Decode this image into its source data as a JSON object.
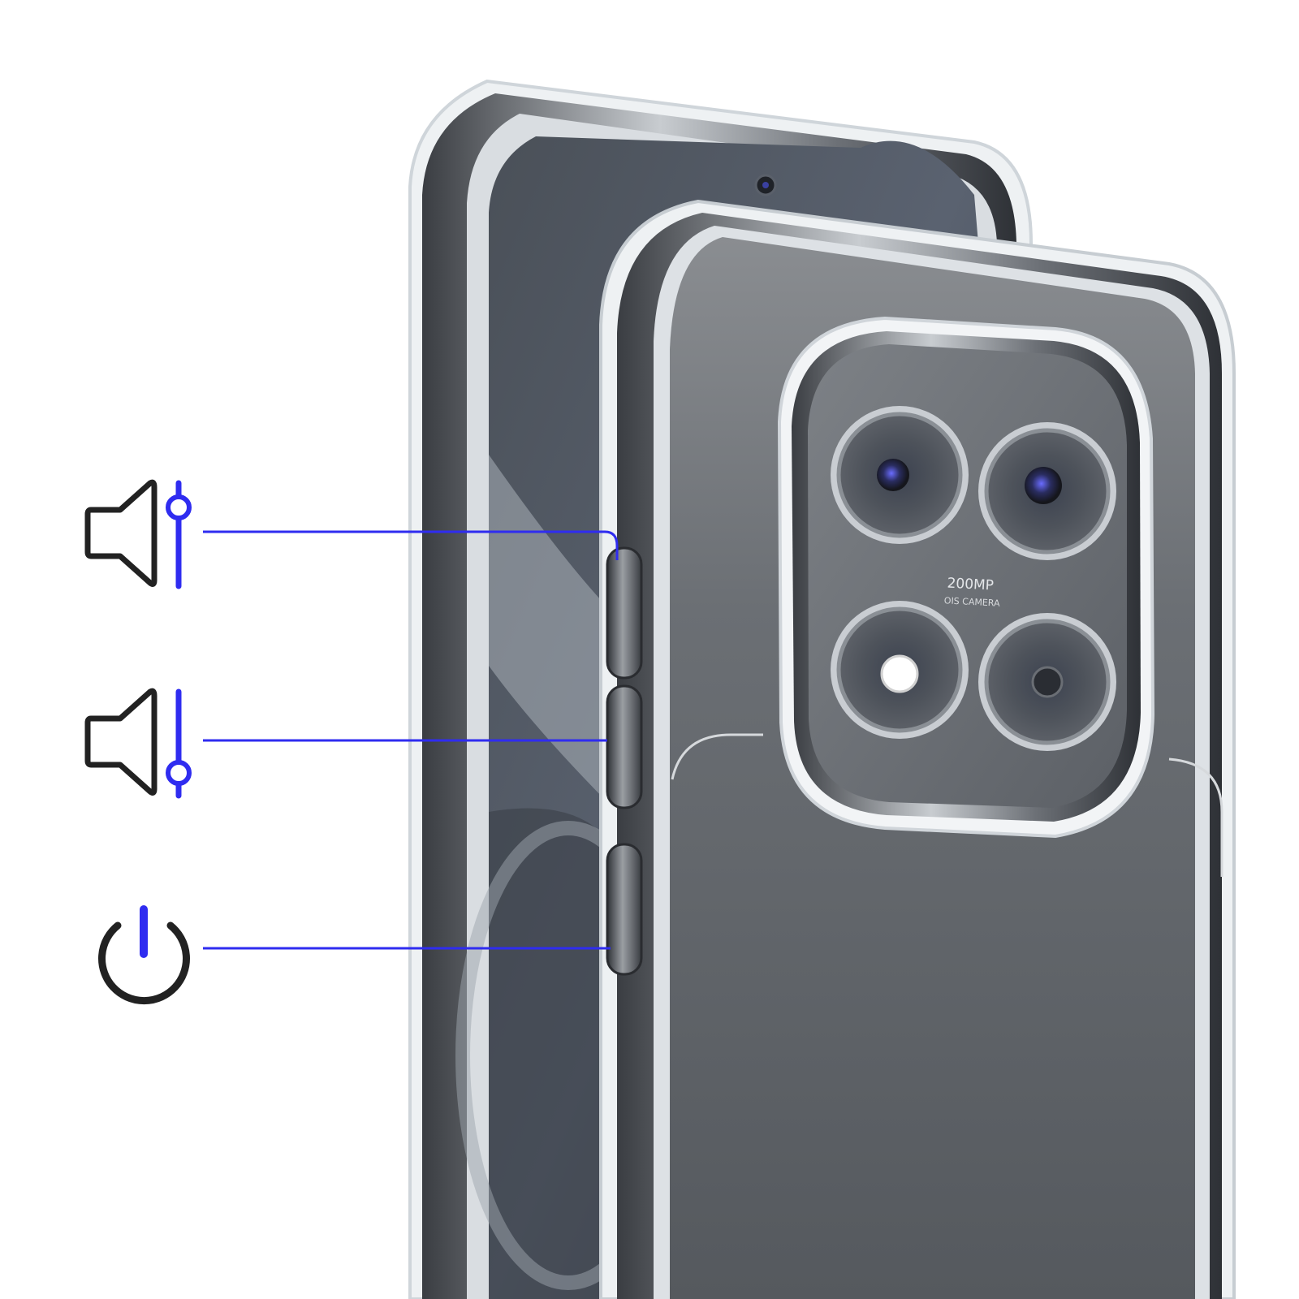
{
  "camera_module": {
    "label_main": "200MP",
    "label_sub": "OIS CAMERA"
  },
  "callouts": [
    {
      "id": "volume-up",
      "icon": "volume-up-icon"
    },
    {
      "id": "volume-down",
      "icon": "volume-down-icon"
    },
    {
      "id": "power",
      "icon": "power-icon"
    }
  ],
  "colors": {
    "accent": "#2f2cf0",
    "icon_stroke": "#222222",
    "phone_dark": "#50565e",
    "case_clear": "#e8ecef",
    "background": "#ffffff"
  }
}
